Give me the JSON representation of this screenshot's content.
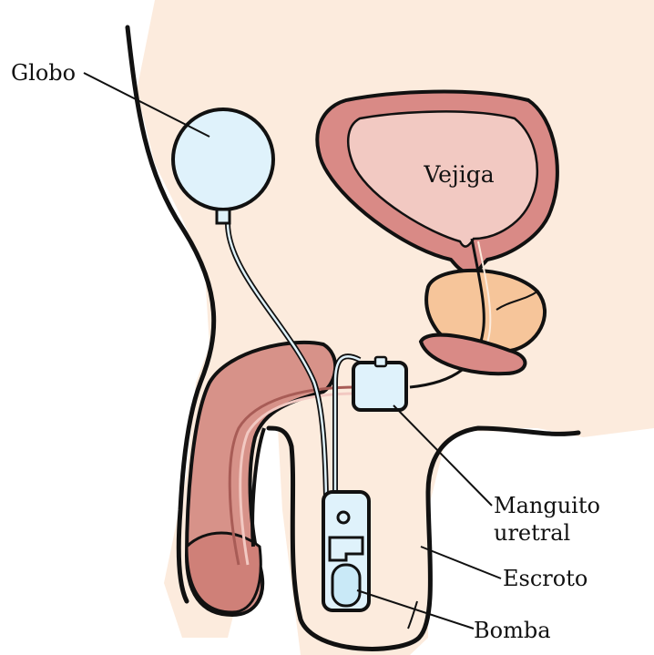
{
  "diagram": {
    "labels": {
      "globo": "Globo",
      "vejiga": "Vejiga",
      "manguito_line1": "Manguito",
      "manguito_line2": "uretral",
      "escroto": "Escroto",
      "bomba": "Bomba"
    },
    "colors": {
      "outline": "#111111",
      "skin_bg": "#fcebdd",
      "bladder_wall": "#d98a86",
      "bladder_inner": "#f2c9c2",
      "prostate": "#f6c59a",
      "penis": "#d79289",
      "device": "#dff2fb"
    }
  }
}
